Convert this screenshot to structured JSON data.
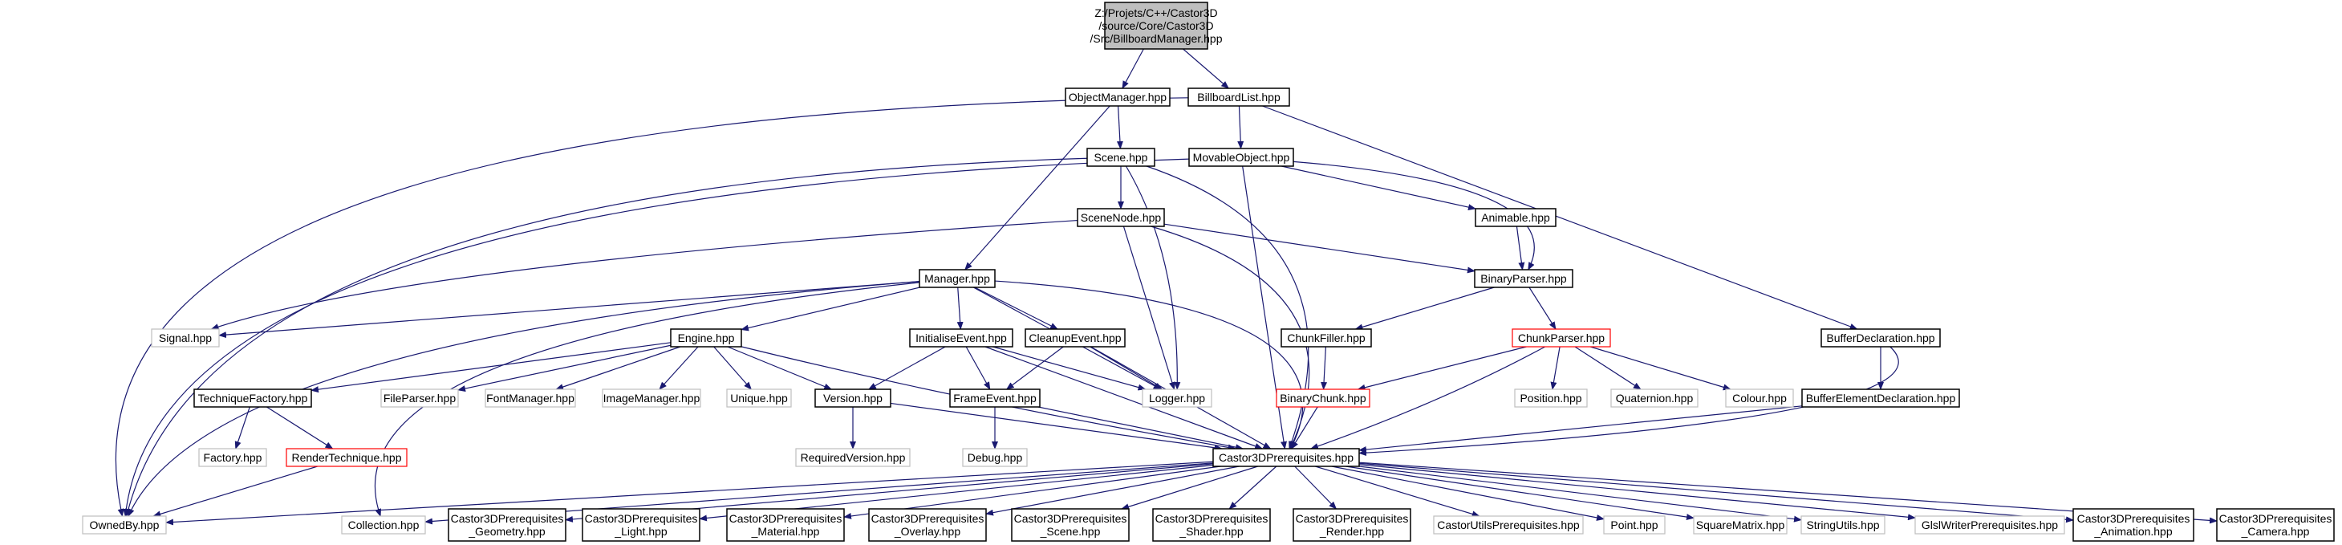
{
  "diagram": {
    "nodes": {
      "root": [
        "Z:/Projets/C++/Castor3D",
        "/source/Core/Castor3D",
        "/Src/BillboardManager.hpp"
      ],
      "objectmanager": [
        "ObjectManager.hpp"
      ],
      "billboardlist": [
        "BillboardList.hpp"
      ],
      "scene": [
        "Scene.hpp"
      ],
      "movableobject": [
        "MovableObject.hpp"
      ],
      "scenenode": [
        "SceneNode.hpp"
      ],
      "animable": [
        "Animable.hpp"
      ],
      "manager": [
        "Manager.hpp"
      ],
      "binaryparser": [
        "BinaryParser.hpp"
      ],
      "signal": [
        "Signal.hpp"
      ],
      "engine": [
        "Engine.hpp"
      ],
      "initialiseevent": [
        "InitialiseEvent.hpp"
      ],
      "cleanupevent": [
        "CleanupEvent.hpp"
      ],
      "chunkfiller": [
        "ChunkFiller.hpp"
      ],
      "chunkparser": [
        "ChunkParser.hpp"
      ],
      "bufferdeclaration": [
        "BufferDeclaration.hpp"
      ],
      "techniquefactory": [
        "TechniqueFactory.hpp"
      ],
      "fileparser": [
        "FileParser.hpp"
      ],
      "fontmanager": [
        "FontManager.hpp"
      ],
      "imagemanager": [
        "ImageManager.hpp"
      ],
      "unique": [
        "Unique.hpp"
      ],
      "version": [
        "Version.hpp"
      ],
      "frameevent": [
        "FrameEvent.hpp"
      ],
      "logger": [
        "Logger.hpp"
      ],
      "binarychunk": [
        "BinaryChunk.hpp"
      ],
      "position": [
        "Position.hpp"
      ],
      "quaternion": [
        "Quaternion.hpp"
      ],
      "colour": [
        "Colour.hpp"
      ],
      "bufferelementdeclaration": [
        "BufferElementDeclaration.hpp"
      ],
      "factory": [
        "Factory.hpp"
      ],
      "rendertechnique": [
        "RenderTechnique.hpp"
      ],
      "requiredversion": [
        "RequiredVersion.hpp"
      ],
      "debug": [
        "Debug.hpp"
      ],
      "castor3dprereq": [
        "Castor3DPrerequisites.hpp"
      ],
      "ownedby": [
        "OwnedBy.hpp"
      ],
      "collection": [
        "Collection.hpp"
      ],
      "prereq_geometry": [
        "Castor3DPrerequisites",
        "_Geometry.hpp"
      ],
      "prereq_light": [
        "Castor3DPrerequisites",
        "_Light.hpp"
      ],
      "prereq_material": [
        "Castor3DPrerequisites",
        "_Material.hpp"
      ],
      "prereq_overlay": [
        "Castor3DPrerequisites",
        "_Overlay.hpp"
      ],
      "prereq_scene": [
        "Castor3DPrerequisites",
        "_Scene.hpp"
      ],
      "prereq_shader": [
        "Castor3DPrerequisites",
        "_Shader.hpp"
      ],
      "prereq_render": [
        "Castor3DPrerequisites",
        "_Render.hpp"
      ],
      "castorutils": [
        "CastorUtilsPrerequisites.hpp"
      ],
      "point": [
        "Point.hpp"
      ],
      "squarematrix": [
        "SquareMatrix.hpp"
      ],
      "stringutils": [
        "StringUtils.hpp"
      ],
      "glslwriter": [
        "GlslWriterPrerequisites.hpp"
      ],
      "prereq_animation": [
        "Castor3DPrerequisites",
        "_Animation.hpp"
      ],
      "prereq_camera": [
        "Castor3DPrerequisites",
        "_Camera.hpp"
      ]
    },
    "colors": {
      "edge": "#191970",
      "root_fill": "#bfbfbf",
      "documented_border": "#000000",
      "undocumented_border": "#bfbfbf",
      "missing_border": "#ff0000"
    }
  }
}
